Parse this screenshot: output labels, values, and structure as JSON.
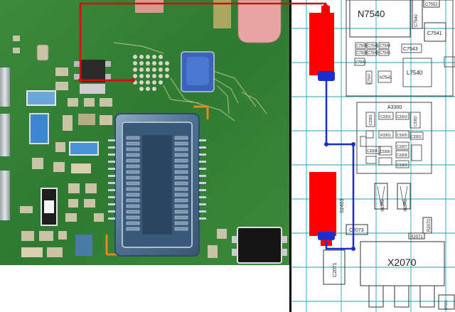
{
  "colors": {
    "pcb_green": "#2f7a32",
    "connector_blue": "#4d6f8f",
    "red_trace": "#d01010",
    "blue_trace": "#1a2fd0",
    "grid_cyan": "#1aa8b8",
    "pad_red": "#ff0000",
    "pad_blue": "#1a2fd0"
  },
  "schematic": {
    "labels": {
      "n7540": "N7540",
      "c7541": "C7541",
      "c7540": "C7540",
      "c7543": "C7543",
      "c7548": "C7548",
      "c7546": "C7546",
      "c7550": "C7550",
      "c7544": "C7544",
      "c7545": "C7545",
      "c7549": "C7549",
      "c7542": "C7542",
      "c7547": "C7547",
      "n7541": "N7541",
      "l7540": "L7540",
      "a3300": "A3300",
      "c3381": "C3381",
      "c3382": "C3382",
      "c3301": "C3301",
      "c3302": "C3302",
      "c3303": "C3303",
      "r3301": "R3301",
      "c3304": "C3304",
      "c3305": "C3305",
      "c3306": "C3306",
      "c3307": "C3307",
      "c3308": "C3308",
      "c3309": "C3309",
      "s2403": "S2403",
      "x6545a": "X6545",
      "x6545b": "X6545",
      "r2070": "R2070",
      "c2073": "C2073",
      "r2071": "R2071",
      "c2071": "C2071",
      "x2070": "X2070",
      "j7551": "J7551",
      "c7552": "C7552"
    }
  }
}
